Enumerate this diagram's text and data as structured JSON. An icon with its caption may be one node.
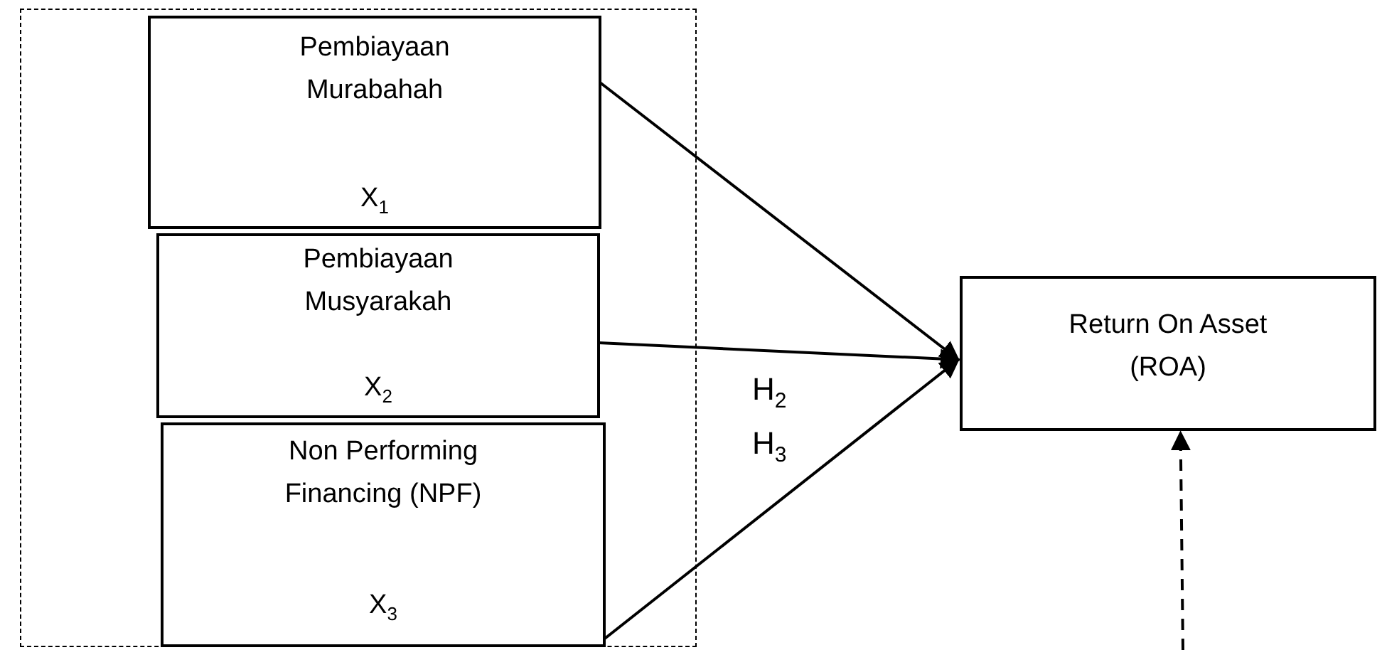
{
  "diagram": {
    "nodes": [
      {
        "text": [],
        "shape": "box"
      },
      {
        "text": [
          "Pembiayaan Murabahah",
          "X$_{1}$"
        ],
        "in": 0
      },
      {
        "text": [
          "Pembiayaan Musyarakah",
          "X$_{2}$"
        ],
        "in": 0
      },
      {
        "text": [
          "Non Performing Financing (NPF)",
          "X$_{3}$"
        ],
        "in": 0
      },
      {
        "text": [
          "Return On Asset (ROA)"
        ]
      }
    ],
    "edges": [
      {
        "from": 1,
        "to": 4,
        "arrow": "to"
      },
      {
        "from": 2,
        "to": 4,
        "arrow": "to",
        "label": "H$_{2}$"
      },
      {
        "from": 3,
        "to": 4,
        "arrow": "to",
        "label": "H$_{3}$"
      },
      {
        "from": null,
        "to": 4,
        "arrow": "to",
        "style": "dashed"
      }
    ]
  }
}
